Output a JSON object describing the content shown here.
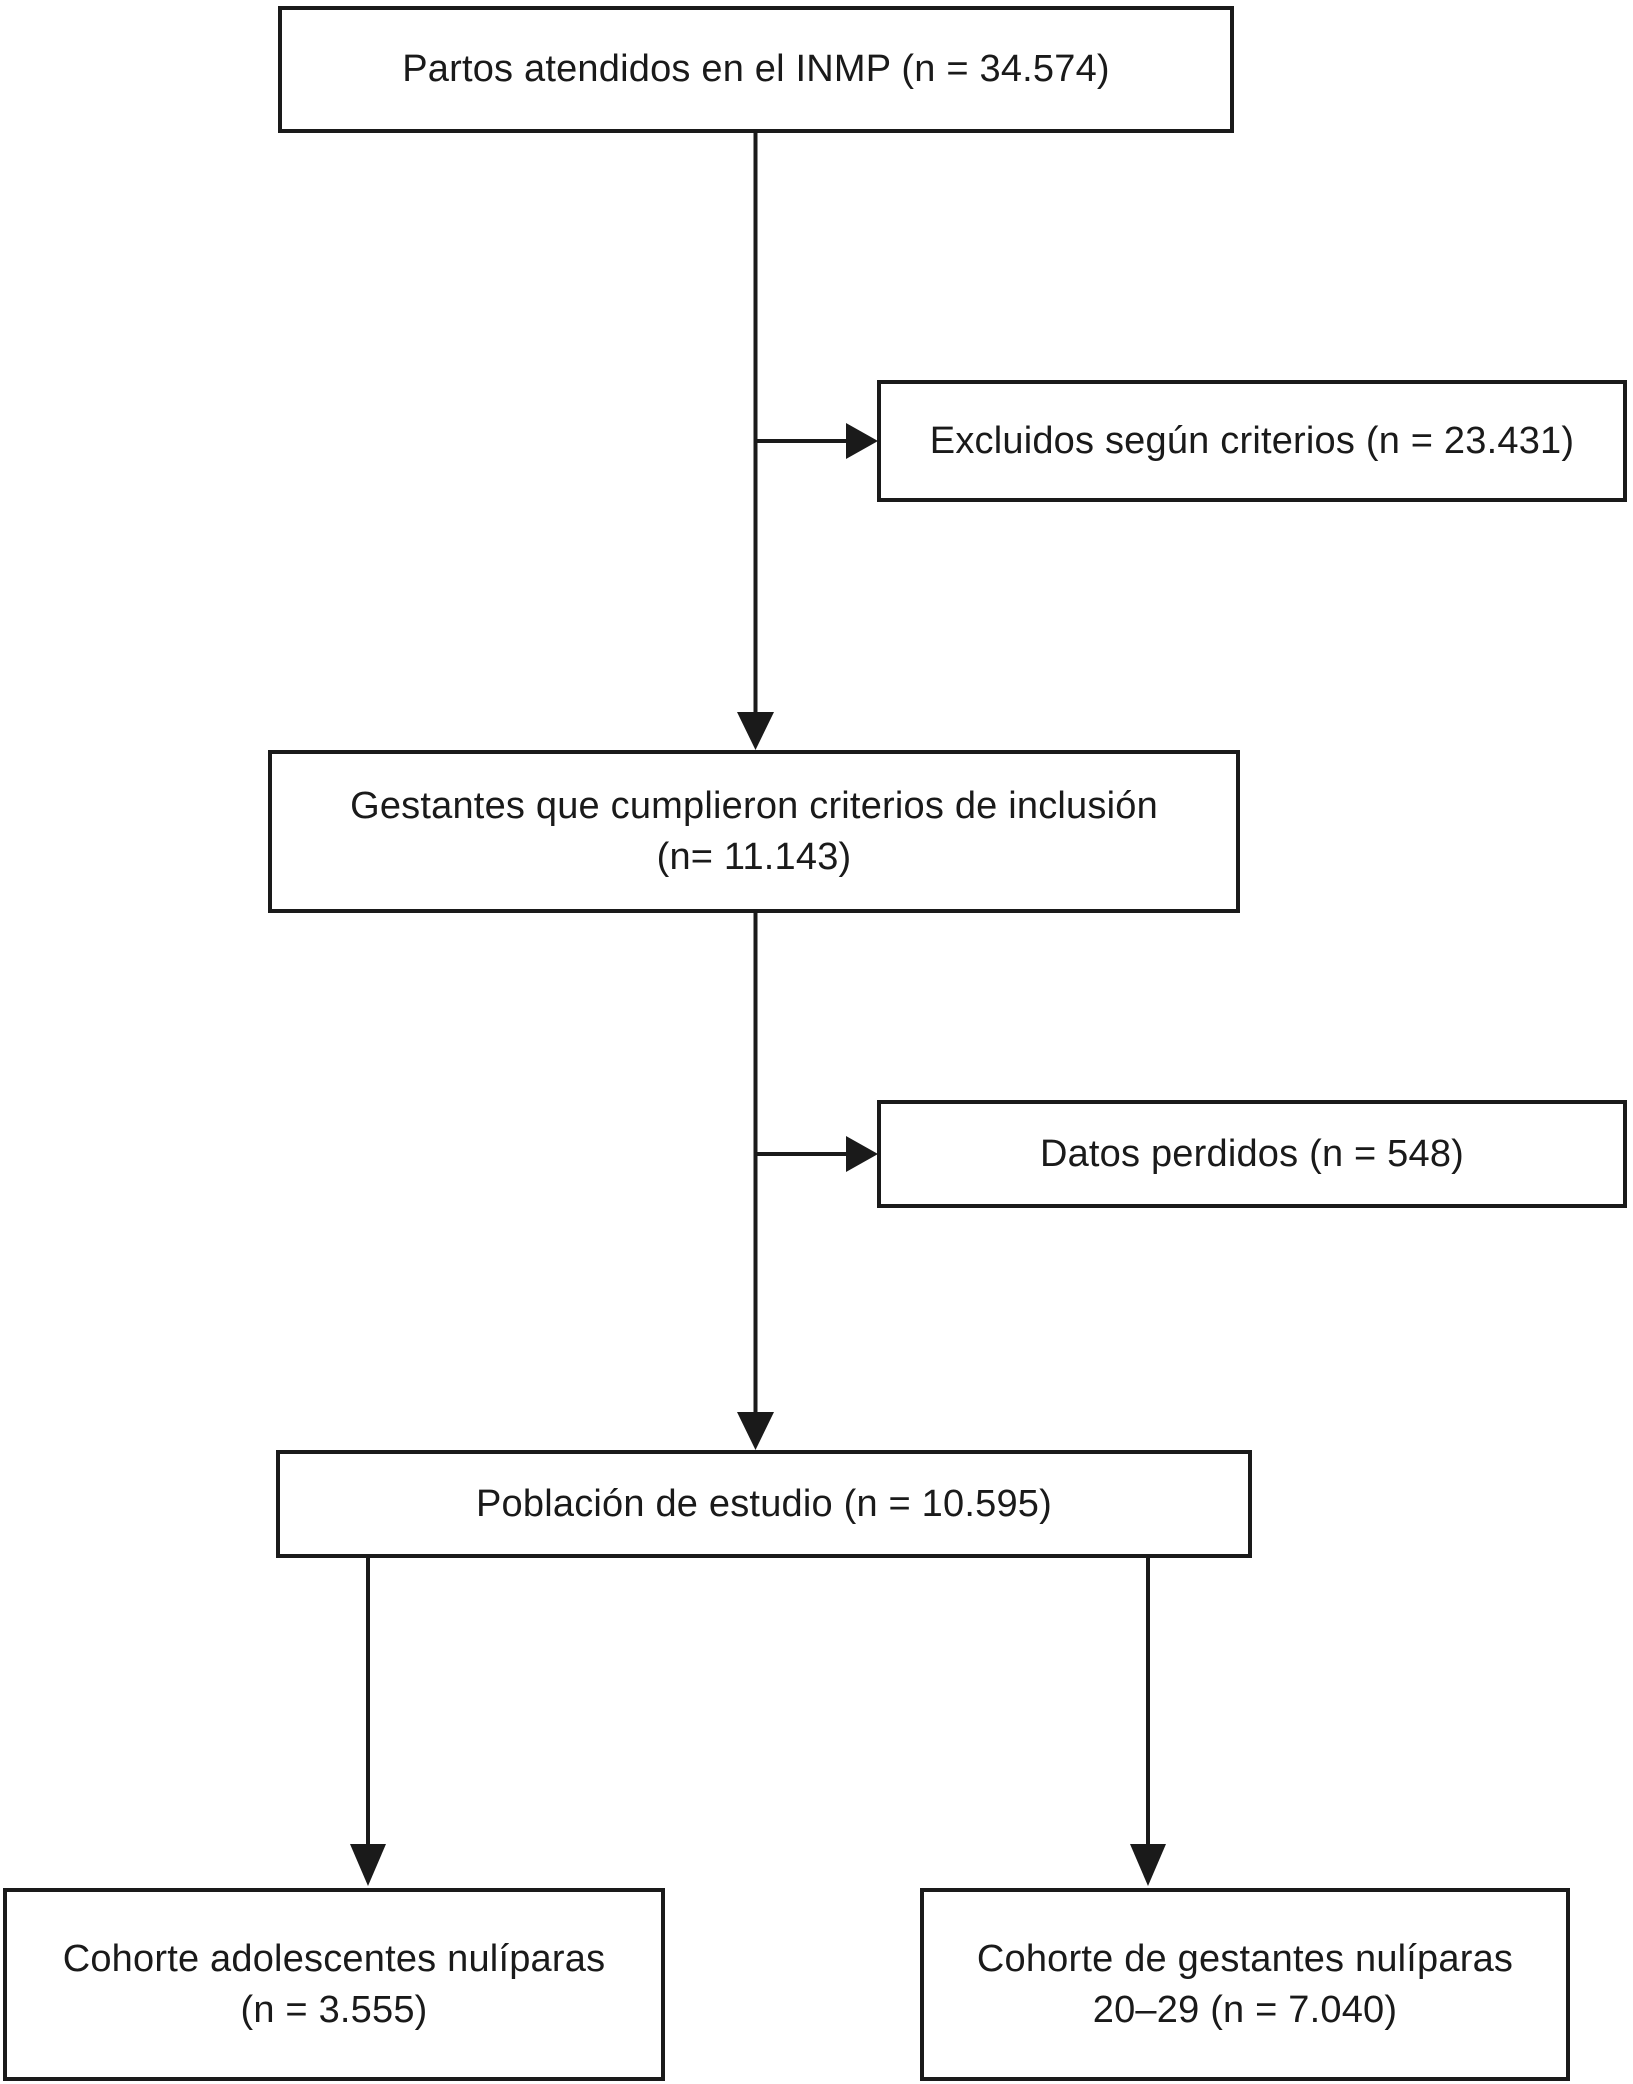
{
  "colors": {
    "line": "#1a1a1a",
    "text": "#1a1a1a",
    "background": "#ffffff"
  },
  "boxes": {
    "partos": {
      "text": "Partos atendidos en el INMP (n = 34.574)"
    },
    "excluidos": {
      "text": "Excluidos según criterios (n = 23.431)"
    },
    "inclusion": {
      "line1": "Gestantes que cumplieron criterios de inclusión",
      "line2": "(n= 11.143)"
    },
    "perdidos": {
      "text": "Datos perdidos (n = 548)"
    },
    "poblacion": {
      "text": "Población de estudio (n = 10.595)"
    },
    "cohorte_adolescentes": {
      "line1": "Cohorte adolescentes nulíparas",
      "line2": "(n = 3.555)"
    },
    "cohorte_20_29": {
      "line1": "Cohorte de gestantes nulíparas",
      "line2": "20–29 (n = 7.040)"
    }
  }
}
